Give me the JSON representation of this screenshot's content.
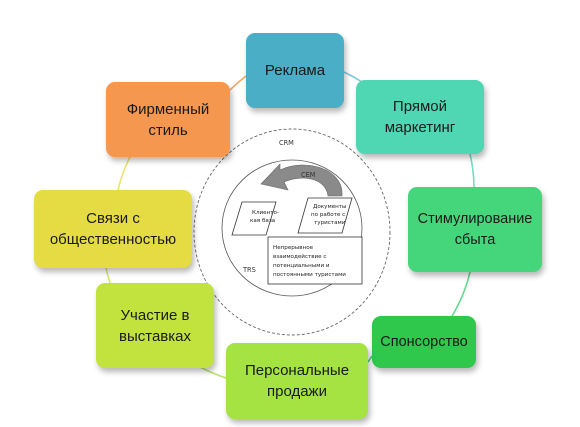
{
  "diagram": {
    "center": {
      "crm_label": "CRM",
      "cem_label": "CEM",
      "trs_label": "TRS",
      "client_base": [
        "Клиенто-",
        "кая база"
      ],
      "documents": [
        "Документы",
        "по работе с",
        "туристами"
      ],
      "interaction": [
        "Непрерывное",
        "взаимодействие с",
        "потенциальными и",
        "постоянными туристами"
      ]
    },
    "tiles": {
      "advertising": "Реклама",
      "direct_marketing": "Прямой\nмаркетинг",
      "sales_promotion": "Стимулирование\nсбыта",
      "sponsorship": "Спонсорство",
      "personal_selling": "Персональные\nпродажи",
      "exhibitions": "Участие в\nвыставках",
      "public_relations": "Связи с\nобщественностью",
      "corporate_style": "Фирменный\nстиль"
    },
    "colors": {
      "advertising": "#4aaec7",
      "direct_marketing": "#4fd6b3",
      "sales_promotion": "#45d67c",
      "sponsorship": "#2fc84d",
      "personal_selling": "#a4e342",
      "exhibitions": "#c2e33d",
      "public_relations": "#e5db42",
      "corporate_style": "#f5974f"
    }
  }
}
